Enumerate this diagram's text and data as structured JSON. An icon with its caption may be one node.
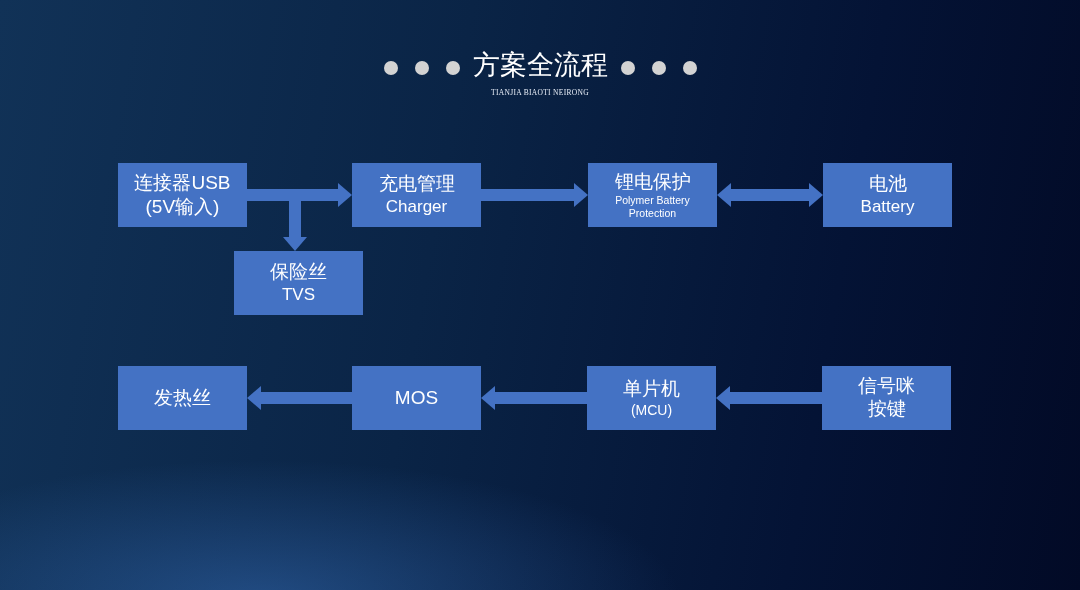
{
  "diagram": {
    "title": "方案全流程",
    "nodes": [
      {
        "text": [
          "连接器USB",
          "(5V输入)"
        ]
      },
      {
        "text": [
          "充电管理",
          "Charger"
        ]
      },
      {
        "text": [
          "锂电保护",
          "Polymer Battery Protection"
        ]
      },
      {
        "text": [
          "电池",
          "Battery"
        ]
      },
      {
        "text": [
          "保险丝",
          "TVS"
        ]
      },
      {
        "text": [
          "发热丝"
        ]
      },
      {
        "text": [
          "MOS"
        ]
      },
      {
        "text": [
          "单片机",
          "(MCU)"
        ]
      },
      {
        "text": [
          "信号咪按键"
        ]
      }
    ],
    "edges": [
      {
        "from": 0,
        "to": 1,
        "arrow": "to"
      },
      {
        "from": 0,
        "to": 4,
        "arrow": "to"
      },
      {
        "from": 1,
        "to": 2,
        "arrow": "to"
      },
      {
        "from": 2,
        "to": 3,
        "arrow": "both"
      },
      {
        "from": 8,
        "to": 7,
        "arrow": "to"
      },
      {
        "from": 7,
        "to": 6,
        "arrow": "to"
      },
      {
        "from": 6,
        "to": 5,
        "arrow": "to"
      }
    ],
    "labels": [
      "TIANJIA BIAOTI NEIRONG"
    ]
  }
}
